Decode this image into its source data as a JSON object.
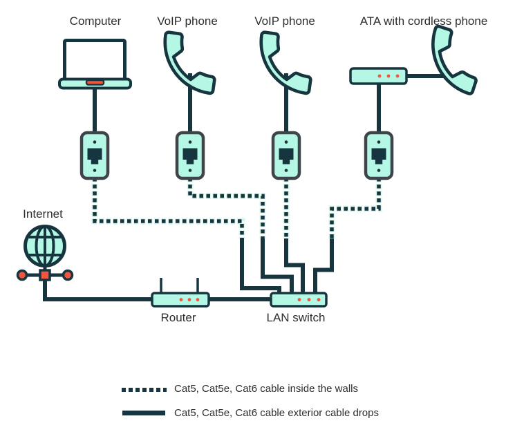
{
  "labels": {
    "computer": "Computer",
    "voip_phone_1": "VoIP phone",
    "voip_phone_2": "VoIP phone",
    "ata": "ATA with cordless phone",
    "internet": "Internet",
    "router": "Router",
    "lan_switch": "LAN switch"
  },
  "legend": {
    "items": [
      {
        "style": "dashed",
        "label": "Cat5, Cat5e, Cat6 cable inside the walls"
      },
      {
        "style": "solid",
        "label": "Cat5, Cat5e, Cat6 cable exterior cable drops"
      }
    ]
  },
  "edges": [
    {
      "from": "Computer",
      "to": "LAN switch",
      "via": "wall jack",
      "cable_inside_walls": true,
      "cable_exterior_drop": true
    },
    {
      "from": "VoIP phone",
      "to": "LAN switch",
      "via": "wall jack",
      "cable_inside_walls": true,
      "cable_exterior_drop": true
    },
    {
      "from": "VoIP phone",
      "to": "LAN switch",
      "via": "wall jack",
      "cable_inside_walls": true,
      "cable_exterior_drop": true
    },
    {
      "from": "ATA with cordless phone",
      "to": "LAN switch",
      "via": "wall jack",
      "cable_inside_walls": true,
      "cable_exterior_drop": true
    },
    {
      "from": "ATA",
      "to": "Cordless phone",
      "cable_exterior_drop": true
    },
    {
      "from": "Internet",
      "to": "Router",
      "cable_exterior_drop": true
    },
    {
      "from": "Router",
      "to": "LAN switch",
      "cable_exterior_drop": true
    }
  ],
  "icons": {
    "computer": "laptop-icon",
    "voip_phone": "phone-handset-icon",
    "cordless_phone": "phone-handset-icon",
    "ata": "ata-box-icon",
    "wall_jack": "ethernet-wall-jack-icon",
    "internet": "globe-icon",
    "router": "router-icon",
    "lan_switch": "switch-icon"
  },
  "colors": {
    "outline": "#16353f",
    "device_fill": "#b3f7e4",
    "accent": "#f0563f",
    "jack_plate_border": "#3e4449",
    "text": "#2d2d2d",
    "background": "#ffffff"
  }
}
